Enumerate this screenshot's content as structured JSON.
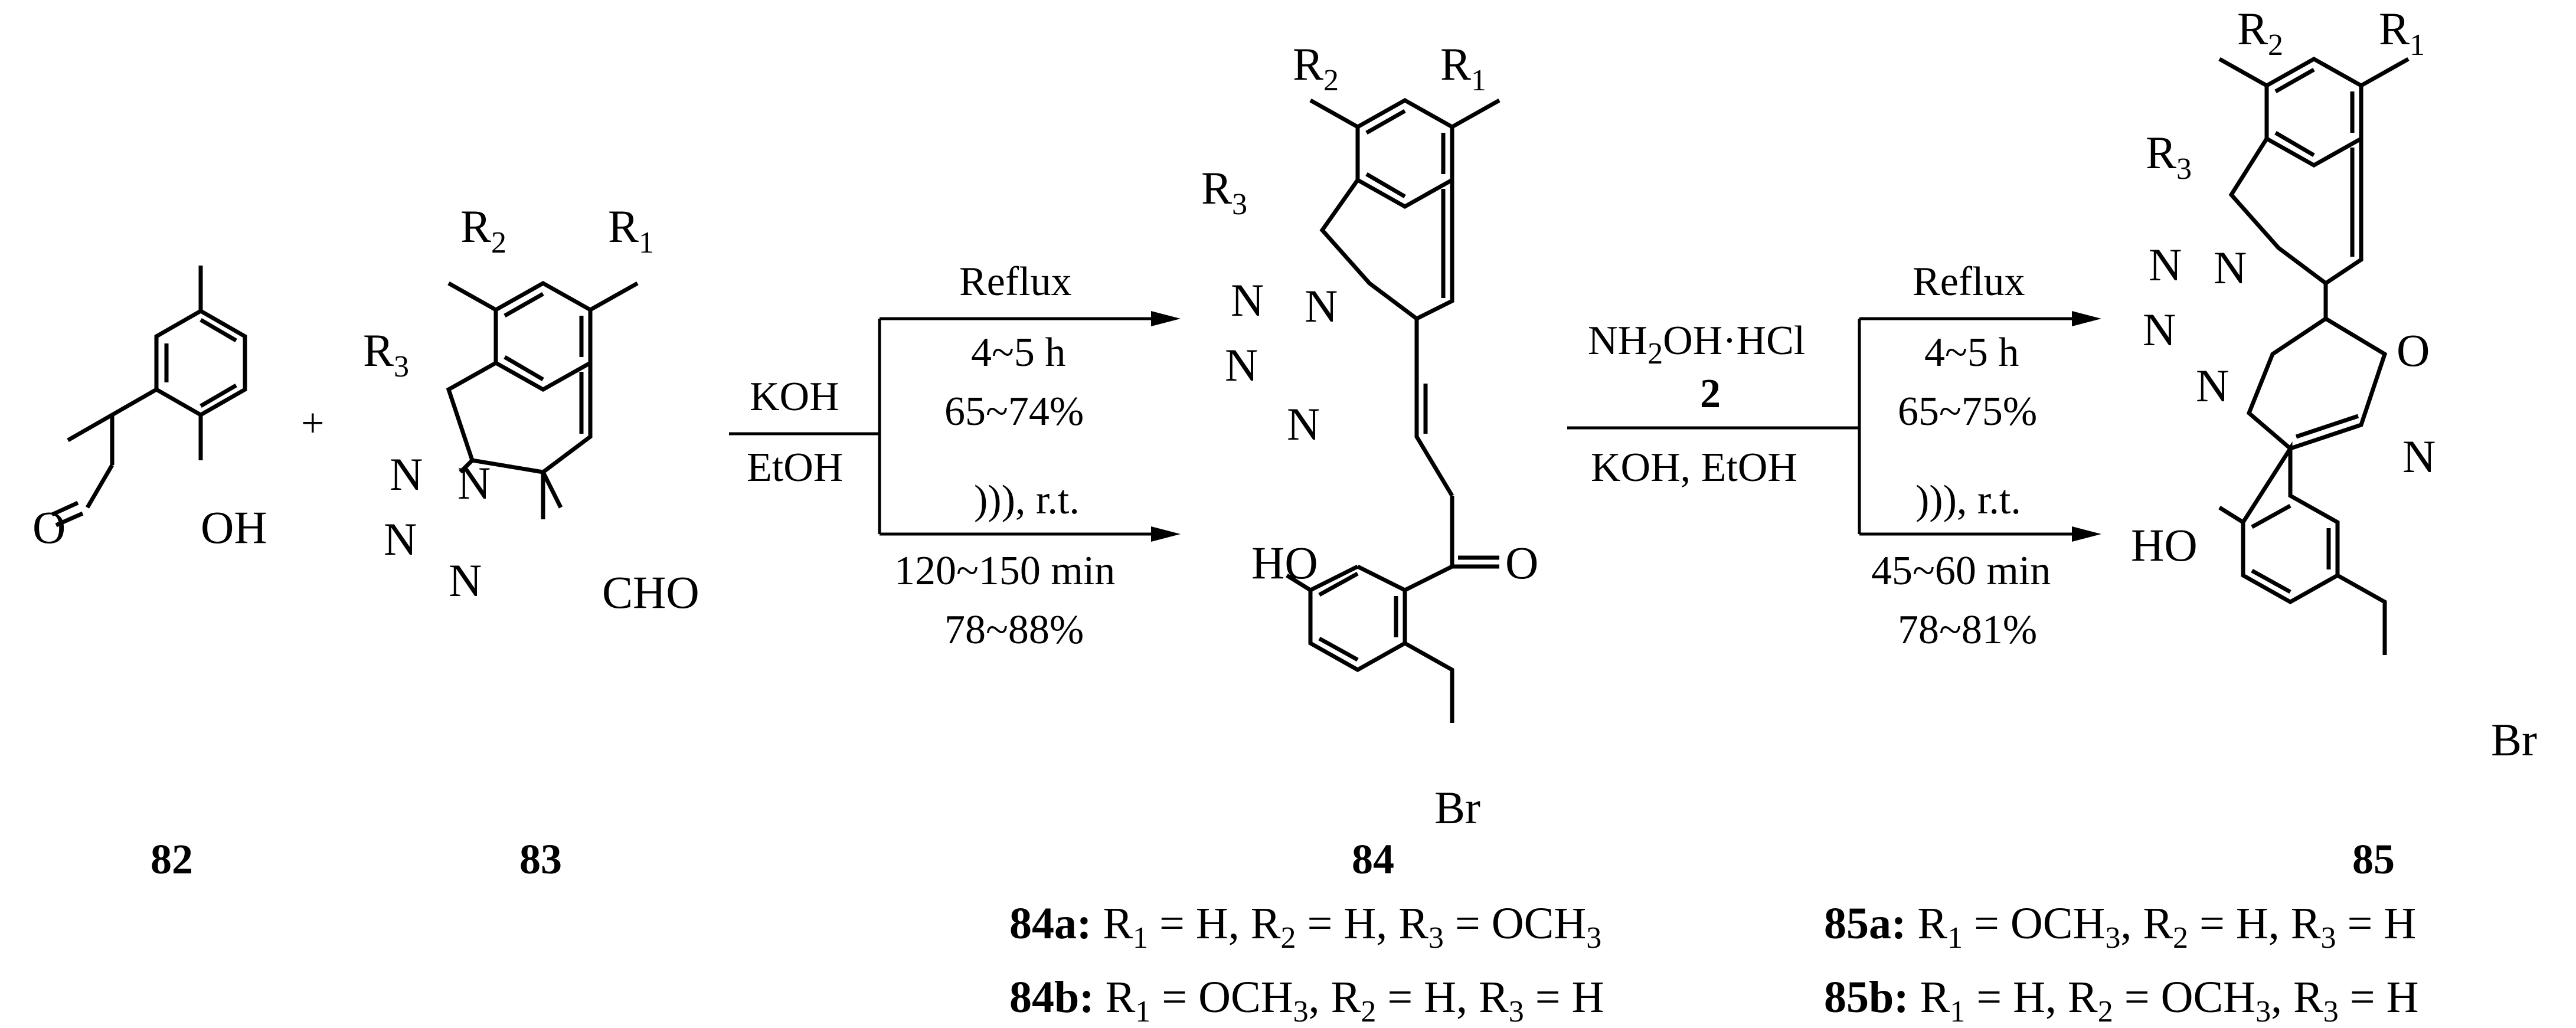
{
  "scheme": {
    "compounds": {
      "c82": {
        "number": "82",
        "atoms": {
          "o_ketone": "O",
          "oh": "OH"
        }
      },
      "c83": {
        "number": "83",
        "atoms": {
          "r1": "R",
          "r1_sub": "1",
          "r2": "R",
          "r2_sub": "2",
          "r3": "R",
          "r3_sub": "3",
          "n": "N",
          "cho": "CHO"
        }
      },
      "c84": {
        "number": "84",
        "atoms": {
          "r1": "R",
          "r1_sub": "1",
          "r2": "R",
          "r2_sub": "2",
          "r3": "R",
          "r3_sub": "3",
          "n": "N",
          "ho": "HO",
          "o": "O",
          "br": "Br"
        }
      },
      "c85": {
        "number": "85",
        "atoms": {
          "r1": "R",
          "r1_sub": "1",
          "r2": "R",
          "r2_sub": "2",
          "r3": "R",
          "r3_sub": "3",
          "n": "N",
          "o": "O",
          "ho": "HO",
          "br": "Br"
        }
      }
    },
    "plus": "+",
    "step1": {
      "reagent_top": "KOH",
      "reagent_bottom": "EtOH",
      "upper": {
        "method": "Reflux",
        "time": "4~5 h",
        "yield": "65~74%"
      },
      "lower": {
        "method": "))), r.t.",
        "time": "120~150 min",
        "yield": "78~88%"
      }
    },
    "step2": {
      "reagent_line1": "NH",
      "reagent_line1_sub": "2",
      "reagent_line1_rest": "OH·HCl",
      "reagent_line2": "2",
      "reagent_line3": "KOH, EtOH",
      "upper": {
        "method": "Reflux",
        "time": "4~5 h",
        "yield": "65~75%"
      },
      "lower": {
        "method": "))), r.t.",
        "time": "45~60 min",
        "yield": "78~81%"
      }
    },
    "variants": {
      "v84a": {
        "key": "84a:",
        "r1": "R",
        "r1_sub": "1",
        "r1_val": "  = H, ",
        "r2": "R",
        "r2_sub": "2",
        "r2_val": " = H, ",
        "r3": "R",
        "r3_sub": "3",
        "r3_val": " = OCH",
        "r3_val_sub": "3",
        "r3_val_end": ""
      },
      "v84b": {
        "key": "84b:",
        "r1": "R",
        "r1_sub": "1",
        "r1_val": "  = OCH",
        "r1_val_sub": "3",
        "r1_val_end": ", ",
        "r2": "R",
        "r2_sub": "2",
        "r2_val": " = H, ",
        "r3": "R",
        "r3_sub": "3",
        "r3_val": " = H"
      },
      "v85a": {
        "key": "85a:",
        "r1": "R",
        "r1_sub": "1",
        "r1_val": "  = OCH",
        "r1_val_sub": "3",
        "r1_val_end": ", ",
        "r2": "R",
        "r2_sub": "2",
        "r2_val": " = H, ",
        "r3": "R",
        "r3_sub": "3",
        "r3_val": " = H"
      },
      "v85b": {
        "key": "85b:",
        "r1": "R",
        "r1_sub": "1",
        "r1_val": "  = H, ",
        "r2": "R",
        "r2_sub": "2",
        "r2_val": " = OCH",
        "r2_val_sub": "3",
        "r2_val_end": ", ",
        "r3": "R",
        "r3_sub": "3",
        "r3_val": " = H"
      }
    }
  }
}
